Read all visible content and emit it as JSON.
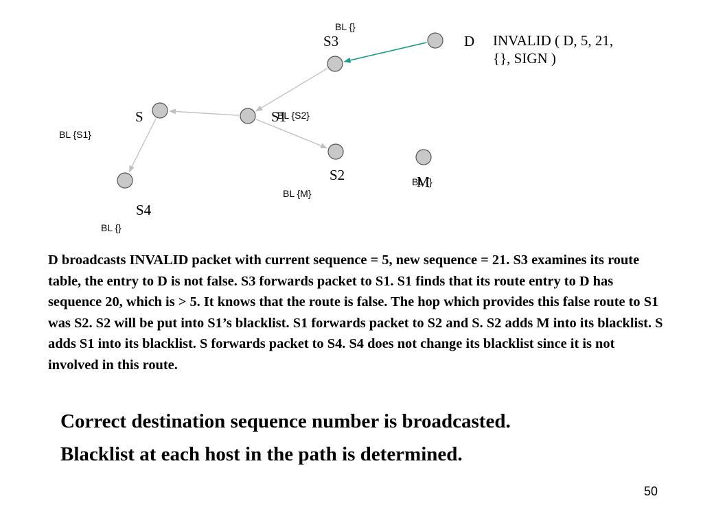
{
  "diagram": {
    "nodes": [
      {
        "id": "S3",
        "label": "S3",
        "blacklist": "BL {}"
      },
      {
        "id": "D",
        "label": "D",
        "blacklist": ""
      },
      {
        "id": "S1",
        "label": "S1",
        "blacklist": "BL {S2}"
      },
      {
        "id": "S",
        "label": "S",
        "blacklist": "BL {S1}"
      },
      {
        "id": "S2",
        "label": "S2",
        "blacklist": "BL {M}"
      },
      {
        "id": "M",
        "label": "M",
        "blacklist": "BL {}"
      },
      {
        "id": "S4",
        "label": "S4",
        "blacklist": "BL {}"
      }
    ],
    "edges": [
      {
        "from": "D",
        "to": "S3",
        "color": "#1a9a8a"
      },
      {
        "from": "S3",
        "to": "S1",
        "color": "#c0c0c0"
      },
      {
        "from": "S1",
        "to": "S",
        "color": "#c0c0c0"
      },
      {
        "from": "S1",
        "to": "S2",
        "color": "#c0c0c0"
      },
      {
        "from": "S",
        "to": "S4",
        "color": "#c0c0c0"
      }
    ],
    "message_line1": "INVALID ( D, 5, 21,",
    "message_line2": "{}, SIGN )",
    "node_fill": "#c8c8c8",
    "node_stroke": "#555555"
  },
  "description": "D broadcasts INVALID packet with current sequence = 5, new sequence = 21. S3 examines its route table, the entry to D is not false. S3 forwards packet to S1. S1 finds that its route entry to D has sequence 20, which is > 5. It knows that the route is false. The hop which provides this false route to S1 was S2. S2 will be put into S1’s blacklist. S1 forwards packet to S2 and S. S2 adds M into its blacklist. S adds S1 into its blacklist. S forwards packet to S4. S4 does not change its blacklist since it is not involved in this route.",
  "bullets": [
    "Correct destination sequence number is broadcasted.",
    "Blacklist at each host in the path is determined."
  ],
  "slide_number": "50"
}
